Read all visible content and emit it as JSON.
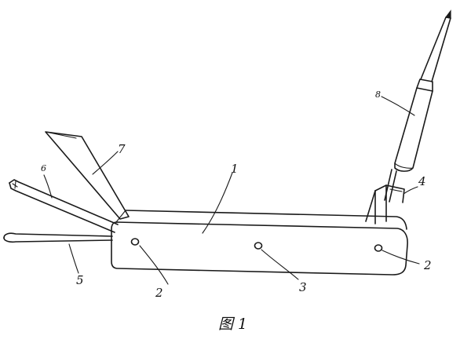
{
  "figure": {
    "caption": "图 1",
    "labels": {
      "l1": "1",
      "l2a": "2",
      "l2b": "2",
      "l3": "3",
      "l4": "4",
      "l5": "5",
      "l6": "6",
      "l7": "7",
      "l8": "8"
    }
  },
  "colors": {
    "ink": "#1a1a1a",
    "paper": "#ffffff"
  }
}
